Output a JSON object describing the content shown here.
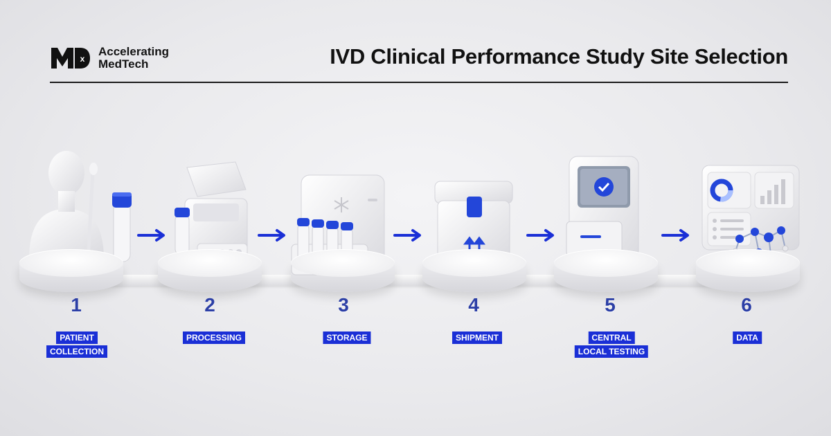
{
  "brand": {
    "logo_mark": "MD",
    "logo_mark_sup": "x",
    "name_line1": "Accelerating",
    "name_line2": "MedTech"
  },
  "title": "IVD Clinical Performance Study Site Selection",
  "colors": {
    "accent": "#1a2fd6",
    "number": "#2c3fa6",
    "rule": "#1a1a1a"
  },
  "steps": [
    {
      "number": "1",
      "label_lines": [
        "PATIENT",
        "COLLECTION"
      ],
      "icon": "patient-swab-tube-icon"
    },
    {
      "number": "2",
      "label_lines": [
        "PROCESSING"
      ],
      "icon": "centrifuge-icon"
    },
    {
      "number": "3",
      "label_lines": [
        "STORAGE"
      ],
      "icon": "freezer-tube-rack-icon"
    },
    {
      "number": "4",
      "label_lines": [
        "SHIPMENT"
      ],
      "icon": "shipping-box-icon"
    },
    {
      "number": "5",
      "label_lines": [
        "CENTRAL",
        "LOCAL TESTING"
      ],
      "icon": "analyzer-icon"
    },
    {
      "number": "6",
      "label_lines": [
        "DATA"
      ],
      "icon": "dashboard-network-icon"
    }
  ]
}
